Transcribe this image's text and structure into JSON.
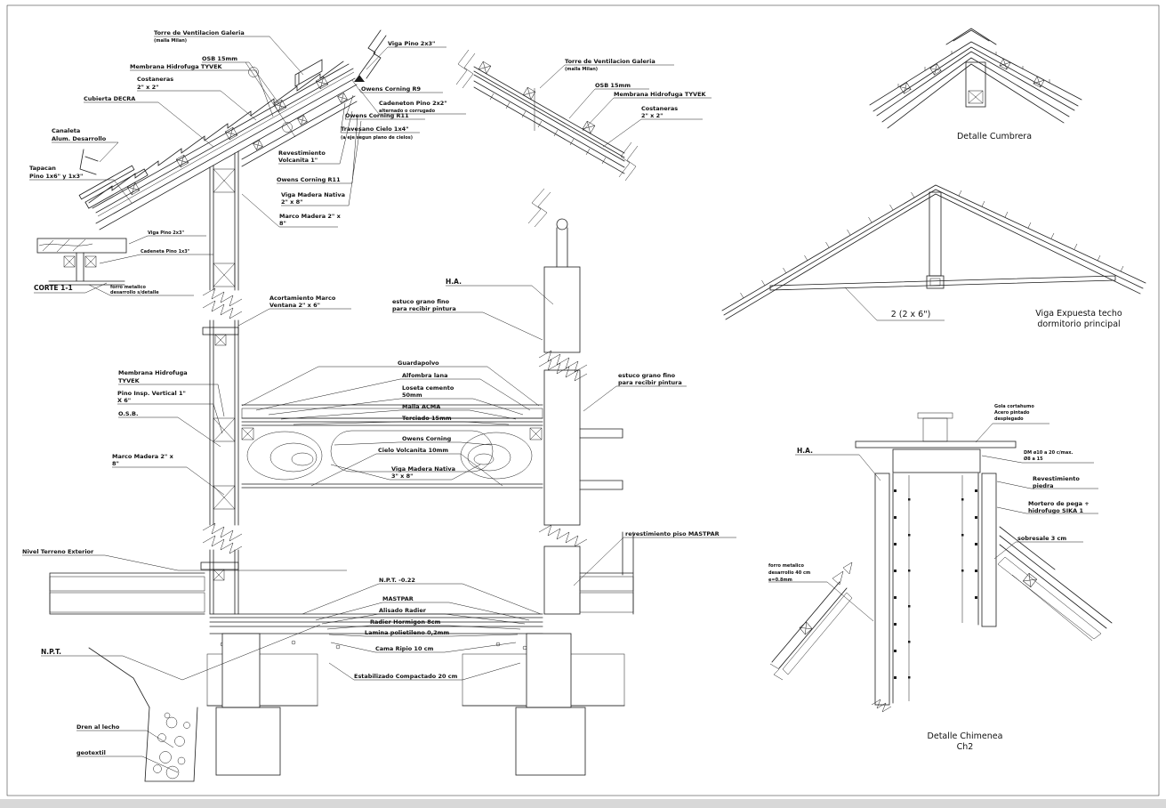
{
  "sheet": {
    "bg": "#ffffff",
    "line_color": "#1c1c1c"
  },
  "labels": {
    "eave": {
      "torre1": "Torre de Ventilacion Galeria",
      "torre2": "(malla Milan)",
      "osb": "OSB 15mm",
      "membrana": "Membrana Hidrofuga TYVEK",
      "costaneras1": "Costaneras",
      "costaneras2": "2\" x 2\"",
      "cubierta": "Cubierta DECRA",
      "canaleta1": "Canaleta",
      "canaleta2": "Alum. Desarrollo",
      "tapacan1": "Tapacan",
      "tapacan2": "Pino 1x6\" y 1x3\"",
      "viga_pino": "Viga Pino 2x3\"",
      "owens_r9": "Owens Corning R9",
      "cadeneton1": "Cadeneton Pino 2x2\"",
      "cadeneton2": "alternado o corrugado",
      "owens_r11a": "Owens Corning R11",
      "travesano1": "Travesano Cielo 1x4\"",
      "travesano2": "(a eje segun plano de cielos)",
      "revest1": "Revestimiento",
      "revest2": "Volcanita 1\"",
      "owens_r11b": "Owens Corning R11",
      "viga_nativa1": "Viga Madera Nativa",
      "viga_nativa2": "2\" x 8\"",
      "marco1": "Marco Madera 2\" x",
      "marco2": "8\""
    },
    "corte": {
      "viga": "Viga Pino 2x3\"",
      "cadeneta": "Cadeneta Pino 1x3\"",
      "title": "CORTE 1-1",
      "forro1": "forro metalico",
      "forro2": "desarrollo s/detalle"
    },
    "mid": {
      "torre1": "Torre de Ventilacion Galeria",
      "torre2": "(malla Milan)",
      "osb": "OSB 15mm",
      "membrana": "Membrana Hidrofuga TYVEK",
      "costaneras1": "Costaneras",
      "costaneras2": "2\" x 2\""
    },
    "wall": {
      "acorta1": "Acortamiento Marco",
      "acorta2": "Ventana 2\" x 6\"",
      "ha": "H.A.",
      "estuco1": "estuco grano fino",
      "estuco2": "para recibir pintura",
      "membrana1": "Membrana Hidrofuga",
      "membrana2": "TYVEK",
      "pino1": "Pino Insp. Vertical 1\"",
      "pino2": "X 6\"",
      "osb": "O.S.B.",
      "marco1": "Marco Madera 2\" x",
      "marco2": "8\""
    },
    "floor2": {
      "guardapolvo": "Guardapolvo",
      "alfombra": "Alfombra lana",
      "loseta1": "Loseta cemento",
      "loseta2": "50mm",
      "malla": "Malla ACMA",
      "terciado": "Terciado 15mm",
      "owens": "Owens Corning",
      "cielo": "Cielo Volcanita 10mm",
      "viga1": "Viga Madera Nativa",
      "viga2": "3\" x 8\"",
      "estuco1": "estuco grano fino",
      "estuco2": "para recibir pintura",
      "piso": "revestimiento piso MASTPAR"
    },
    "ground": {
      "npt_022": "N.P.T. -0.22",
      "mastpar": "MASTPAR",
      "alisado": "Alisado Radier",
      "radier": "Radier Hormigon 8cm",
      "lamina": "Lamina polietileno 0,2mm",
      "ripio": "Cama Ripio 10 cm",
      "estabilizado": "Estabilizado Compactado 20 cm",
      "nivel": "Nivel Terreno Exterior",
      "npt": "N.P.T.",
      "dren": "Dren al lecho",
      "geotextil": "geotextil"
    },
    "cumbrera": {
      "title": "Detalle Cumbrera"
    },
    "truss": {
      "dim": "2 (2 x 6\")",
      "title1": "Viga Expuesta techo",
      "title2": "dormitorio principal"
    },
    "chimney": {
      "gola1": "Gola cortahumo",
      "gola2": "Acero pintado",
      "gola3": "desplegado",
      "dm1": "DM ø10 a 20 c/max.",
      "dm2": "Ø8 a 15",
      "rev1": "Revestimiento",
      "rev2": "piedra",
      "mortero1": "Mortero de pega +",
      "mortero2": "hidrofugo SIKA 1",
      "sobresale": "sobresale 3 cm",
      "ha": "H.A.",
      "forro1": "forro metalico",
      "forro2": "desarrollo 40 cm",
      "forro3": "e=0.8mm",
      "title1": "Detalle Chimenea",
      "title2": "Ch2"
    }
  }
}
